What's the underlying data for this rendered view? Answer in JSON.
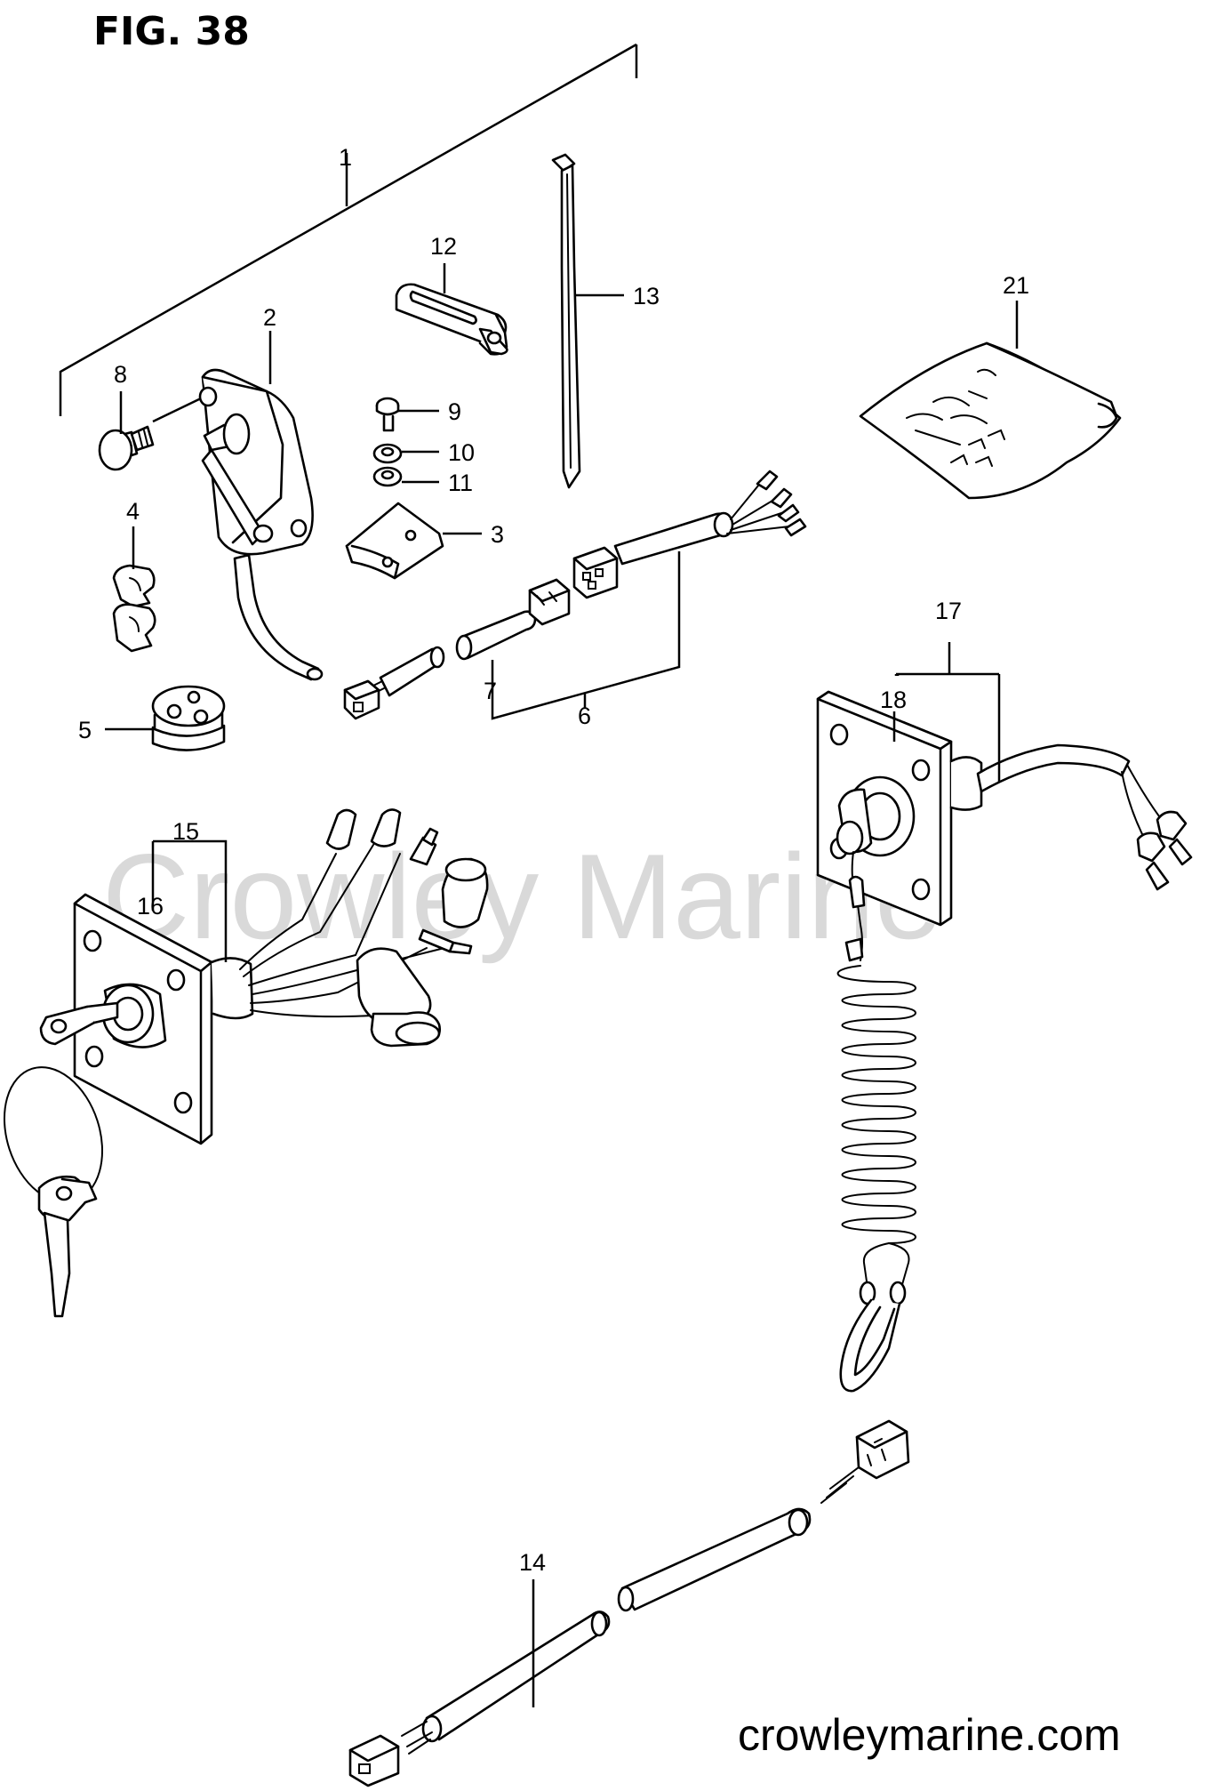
{
  "figure": {
    "title": "FIG. 38"
  },
  "watermark": "Crowley Marine",
  "website": "crowleymarine.com",
  "callouts": {
    "c1": "1",
    "c2": "2",
    "c3": "3",
    "c4": "4",
    "c5": "5",
    "c6": "6",
    "c7": "7",
    "c8": "8",
    "c9": "9",
    "c10": "10",
    "c11": "11",
    "c12": "12",
    "c13": "13",
    "c14": "14",
    "c15": "15",
    "c16": "16",
    "c17": "17",
    "c18": "18",
    "c21": "21"
  }
}
